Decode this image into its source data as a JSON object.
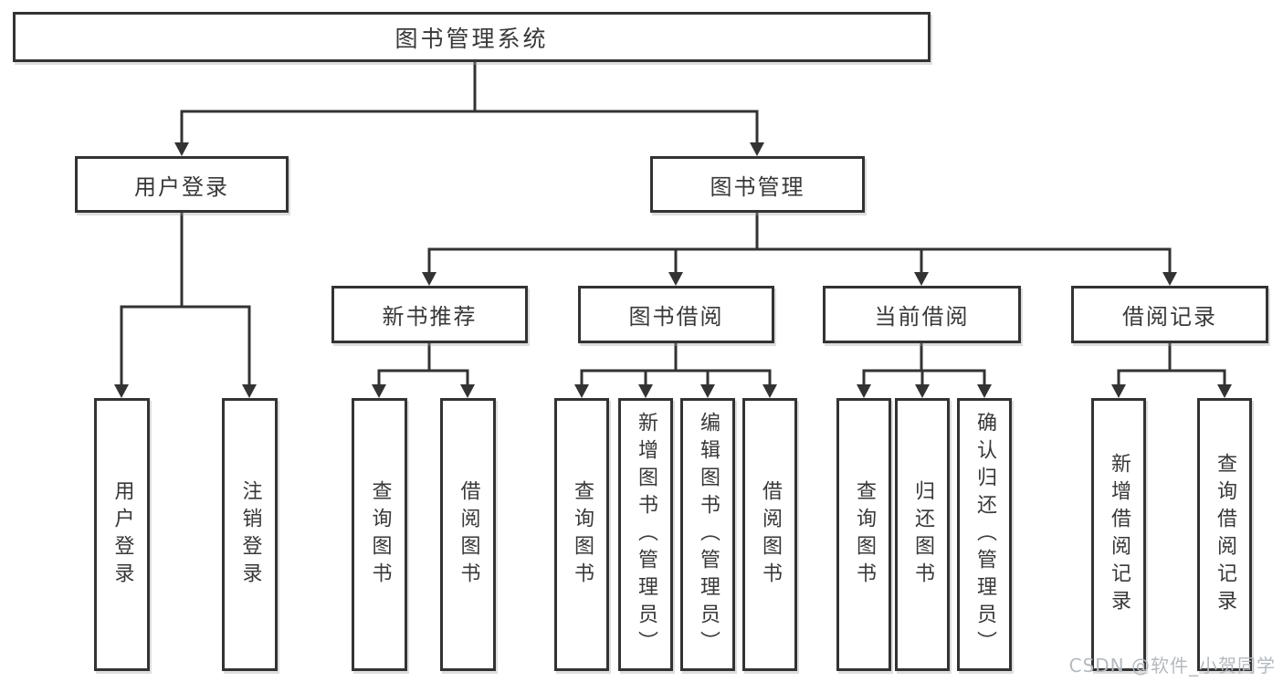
{
  "diagram": {
    "title": "图书管理系统",
    "type": "hierarchy-tree",
    "colors": {
      "line": "#333333",
      "box_border": "#333333",
      "box_bg": "#ffffff",
      "text": "#383838",
      "watermark": "#b3bac0"
    },
    "nodes": {
      "root": "图书管理系统",
      "userLogin": "用户登录",
      "bookManagement": "图书管理",
      "newBookRec": "新书推荐",
      "bookBorrow": "图书借阅",
      "currentBorrow": "当前借阅",
      "borrowRecords": "借阅记录",
      "leafUserLogin": "用户登录",
      "leafLogout": "注销登录",
      "leafNbrQuery": "查询图书",
      "leafNbrBorrow": "借阅图书",
      "leafBbQuery": "查询图书",
      "leafBbAdd": "新增图书（管理员）",
      "leafBbEdit": "编辑图书（管理员）",
      "leafBbBorrow": "借阅图书",
      "leafCbQuery": "查询图书",
      "leafCbReturn": "归还图书",
      "leafCbConfirm": "确认归还（管理员）",
      "leafBrAdd": "新增借阅记录",
      "leafBrQuery": "查询借阅记录"
    },
    "watermark": "CSDN @软件_小贺同学"
  }
}
